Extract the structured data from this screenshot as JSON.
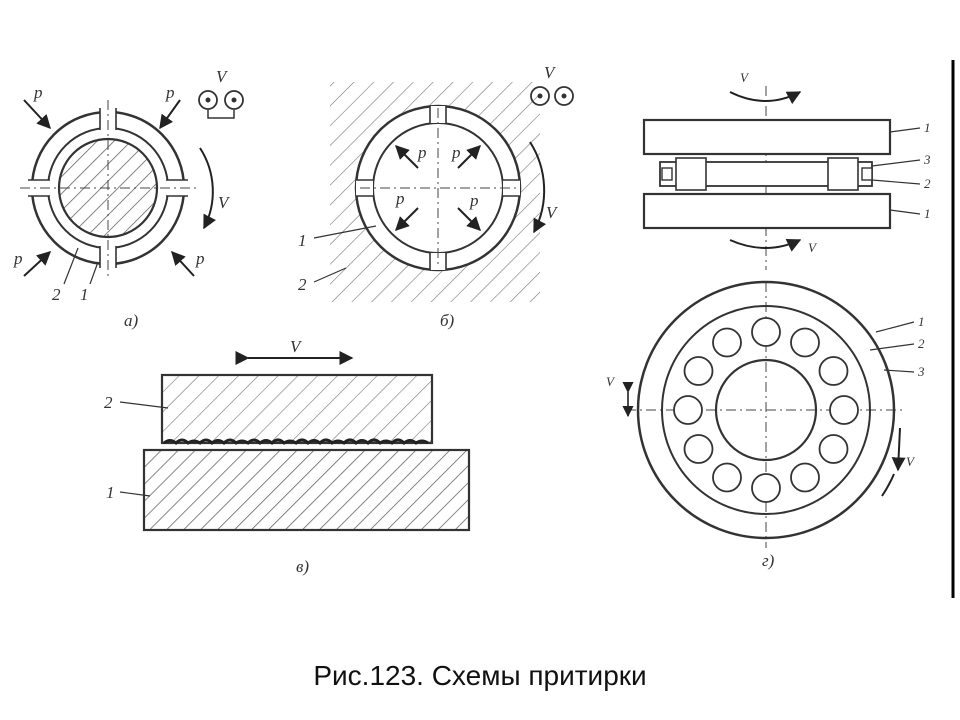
{
  "caption": "Рис.123. Схемы притирки",
  "diagram_a": {
    "force_labels": [
      "p",
      "p",
      "p",
      "p"
    ],
    "velocity_labels": [
      "V",
      "V"
    ],
    "part_labels": [
      "2",
      "1"
    ],
    "sublabel": "а)"
  },
  "diagram_b": {
    "force_labels": [
      "p",
      "p",
      "p",
      "p"
    ],
    "velocity_labels": [
      "V",
      "V"
    ],
    "part_labels": [
      "1",
      "2"
    ],
    "sublabel": "б)"
  },
  "diagram_c": {
    "velocity_label": "V",
    "part_labels": [
      "2",
      "1"
    ],
    "sublabel": "в)"
  },
  "diagram_d": {
    "velocity_labels": [
      "V",
      "V",
      "V",
      "V"
    ],
    "part_labels": [
      "1",
      "3",
      "2",
      "1",
      "1",
      "2",
      "3"
    ],
    "sublabel": "г)"
  },
  "colors": {
    "ink": "#333333",
    "hatch": "#666666",
    "background": "#ffffff"
  }
}
